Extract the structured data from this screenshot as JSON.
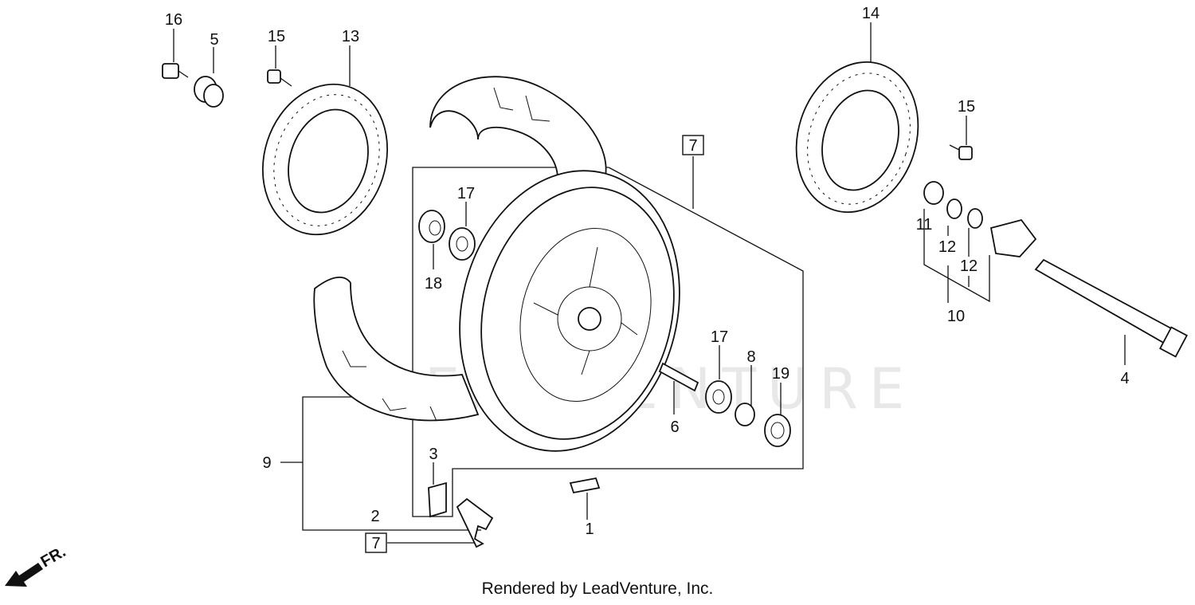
{
  "diagram": {
    "labels": {
      "p1": "1",
      "p2": "2",
      "p3": "3",
      "p4": "4",
      "p5": "5",
      "p6": "6",
      "p8": "8",
      "p9": "9",
      "p10": "10",
      "p11": "11",
      "p12a": "12",
      "p12b": "12",
      "p13": "13",
      "p14": "14",
      "p15a": "15",
      "p15b": "15",
      "p16": "16",
      "p17a": "17",
      "p17b": "17",
      "p18": "18",
      "p19": "19"
    },
    "boxed": {
      "b7a": "7",
      "b7b": "7"
    },
    "direction": "FR.",
    "watermark": "LEADVENTURE",
    "credit": "Rendered by LeadVenture, Inc."
  }
}
